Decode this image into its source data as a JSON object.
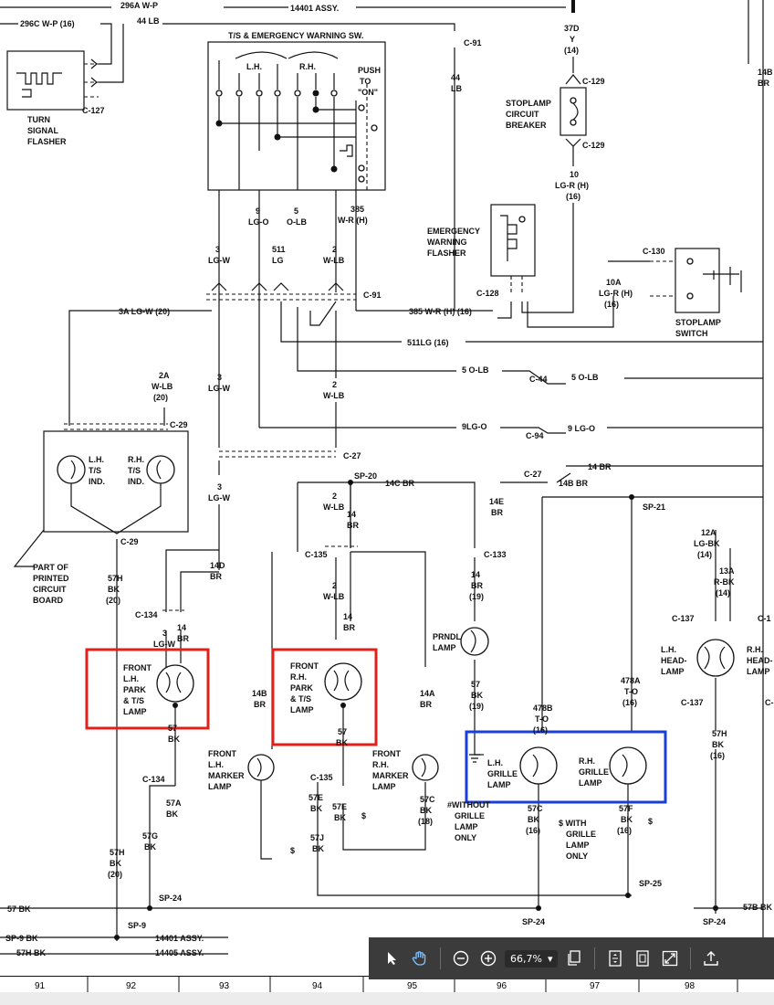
{
  "labels": {
    "top_296a": "296A W-P",
    "top_14401": "14401 ASSY.",
    "top_296c": "296C W-P (16)",
    "top_44lb": "44 LB",
    "ts_switch": "T/S & EMERGENCY WARNING SW.",
    "lh": "L.H.",
    "rh": "R.H.",
    "push": "PUSH",
    "to": "TO",
    "on": "\"ON\"",
    "turn1": "TURN",
    "turn2": "SIGNAL",
    "turn3": "FLASHER",
    "c127": "C-127",
    "c91": "C-91",
    "w44": "44",
    "wlb": "LB",
    "w37d": "37D",
    "w37y": "Y",
    "w37g": "(14)",
    "c129a": "C-129",
    "c129b": "C-129",
    "stop1": "STOPLAMP",
    "stop2": "CIRCUIT",
    "stop3": "BREAKER",
    "w10": "10",
    "w10c": "LG-R (H)",
    "w10g": "(16)",
    "w14b": "14B",
    "wbr": "BR",
    "w9": "9",
    "w9c": "LG-O",
    "w5": "5",
    "w5c": "O-LB",
    "w385": "385",
    "w385c": "W-R (H)",
    "emer1": "EMERGENCY",
    "emer2": "WARNING",
    "emer3": "FLASHER",
    "c130": "C-130",
    "w3a": "3",
    "w3ac": "LG-W",
    "w511": "511",
    "w511c": "LG",
    "w2a": "2",
    "w2ac": "W-LB",
    "c91b": "C-91",
    "c128": "C-128",
    "w10a": "10A",
    "w10ac": "LG-R (H)",
    "w10ag": "(16)",
    "w3a20": "3A  LG-W (20)",
    "w385h": "385  W-R  (H)  (16)",
    "stopsw1": "STOPLAMP",
    "stopsw2": "SWITCH",
    "w511lg": "511LG  (16)",
    "w2aa": "2A",
    "w2aac": "W-LB",
    "w2aag": "(20)",
    "w3b": "3",
    "w3bc": "LG-W",
    "w5olb": "5  O-LB",
    "c44": "C-44",
    "w5olb2": "5  O-LB",
    "w2b": "2",
    "w2bc": "W-LB",
    "c29a": "C-29",
    "w9lgo": "9LG-O",
    "c94": "C-94",
    "w9lgo2": "9  LG-O",
    "lhts1": "L.H.",
    "lhts2": "T/S",
    "lhts3": "IND.",
    "rhts1": "R.H.",
    "rhts2": "T/S",
    "rhts3": "IND.",
    "c27a": "C-27",
    "c27b": "C-27",
    "w14br": "14  BR",
    "sp20": "SP-20",
    "w14cbr": "14C  BR",
    "w14bbr": "14B  BR",
    "w3c": "3",
    "w3cc": "LG-W",
    "w2c": "2",
    "w2cc": "W-LB",
    "w14a": "14",
    "w14ac": "BR",
    "w14e": "14E",
    "w14ec": "BR",
    "sp21": "SP-21",
    "c29b": "C-29",
    "w12a": "12A",
    "w12ac": "LG-BK",
    "w12ag": "(14)",
    "pcb1": "PART OF",
    "pcb2": "PRINTED",
    "pcb3": "CIRCUIT",
    "pcb4": "BOARD",
    "w57h": "57H",
    "w57hc": "BK",
    "w57hg": "(20)",
    "w14d": "14D",
    "w14dc": "BR",
    "c135a": "C-135",
    "c133": "C-133",
    "w13a": "13A",
    "w13ac": "R-BK",
    "w13ag": "(14)",
    "w2d": "2",
    "w2dc": "W-LB",
    "w14f": "14",
    "w14fc": "BR",
    "w14fg": "(19)",
    "c134a": "C-134",
    "w3d": "3",
    "w3dc": "LG-W",
    "w14g": "14",
    "w14gc": "BR",
    "w14h": "14",
    "w14hc": "BR",
    "prndl1": "PRNDL",
    "prndl2": "LAMP",
    "c137a": "C-137",
    "c12": "C-1",
    "flh1": "FRONT",
    "flh2": "L.H.",
    "flh3": "PARK",
    "flh4": "& T/S",
    "flh5": "LAMP",
    "frh1": "FRONT",
    "frh2": "R.H.",
    "frh3": "PARK",
    "frh4": "& T/S",
    "frh5": "LAMP",
    "w14b2": "14B",
    "w14b2c": "BR",
    "w14a2": "14A",
    "w14a2c": "BR",
    "w57a": "57",
    "w57ac": "BK",
    "w57ag": "(19)",
    "w478a": "478A",
    "w478ac": "T-O",
    "w478ag": "(16)",
    "lhhead1": "L.H.",
    "lhhead2": "HEAD-",
    "lhhead3": "LAMP",
    "rhhead1": "R.H.",
    "rhhead2": "HEAD-",
    "rhhead3": "LAMP",
    "w478b": "478B",
    "w478bc": "T-O",
    "w478bg": "(16)",
    "c137b": "C-137",
    "c2": "C-",
    "w57b1": "57",
    "w57b1c": "BK",
    "w57b2": "57",
    "w57b2c": "BK",
    "flm1": "FRONT",
    "flm2": "L.H.",
    "flm3": "MARKER",
    "flm4": "LAMP",
    "frm1": "FRONT",
    "frm2": "R.H.",
    "frm3": "MARKER",
    "frm4": "LAMP",
    "lhg1": "L.H.",
    "lhg2": "GRILLE",
    "lhg3": "LAMP",
    "rhg1": "R.H.",
    "rhg2": "GRILLE",
    "rhg3": "LAMP",
    "w57h2": "57H",
    "w57h2c": "BK",
    "w57h2g": "(16)",
    "c134b": "C-134",
    "c135b": "C-135",
    "w57e": "57E",
    "w57ec": "BK",
    "w57e2": "57E",
    "w57e2c": "BK",
    "dollar1": "$",
    "w57c1": "57C",
    "w57c1c": "BK",
    "w57c1g": "(18)",
    "without1": "#WITHOUT",
    "without2": "GRILLE",
    "without3": "LAMP",
    "without4": "ONLY",
    "w57c2": "57C",
    "w57c2c": "BK",
    "w57c2g": "(16)",
    "with1": "$ WITH",
    "with2": "GRILLE",
    "with3": "LAMP",
    "with4": "ONLY",
    "w57f": "57F",
    "w57fc": "BK",
    "w57fg": "(16)",
    "dollar2": "$",
    "w57a2": "57A",
    "w57a2c": "BK",
    "w57g": "57G",
    "w57gc": "BK",
    "dollar3": "$",
    "w57j": "57J",
    "w57jc": "BK",
    "w57h3": "57H",
    "w57h3c": "BK",
    "w57h3g": "(20)",
    "sp25": "SP-25",
    "sp24a": "SP-24",
    "w57bk": "57 BK",
    "sp24b": "SP-24",
    "sp24c": "SP-24",
    "w57b": "57B  BK",
    "sp9": "SP-9",
    "sp9bk": "SP-9  BK",
    "w14401": "14401  ASSY.",
    "w57hbk": "57H BK",
    "w14405": "14405  ASSY."
  },
  "grid": [
    "91",
    "92",
    "93",
    "94",
    "95",
    "96",
    "97",
    "98"
  ],
  "toolbar": {
    "zoom": "66,7%",
    "icons": [
      "select-arrow-icon",
      "hand-tool-icon",
      "zoom-out-icon",
      "zoom-in-icon",
      "page-view-icon",
      "fit-height-icon",
      "fit-page-icon",
      "fullscreen-icon",
      "upload-icon"
    ]
  }
}
